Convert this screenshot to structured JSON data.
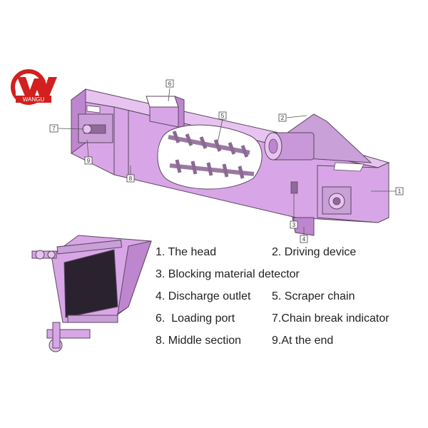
{
  "logo": {
    "text": "WANGU",
    "colors": {
      "ring": "#d21f1f",
      "text": "#ffffff"
    }
  },
  "colors": {
    "body": "#d8a6e6",
    "body_dark": "#bf86d0",
    "body_light": "#e7c3f0",
    "outline": "#5a4560",
    "opening": "#ffffff",
    "chain": "#9a7aa3",
    "inner_dark": "#2b2230"
  },
  "callouts": [
    "6",
    "5",
    "2",
    "7",
    "9",
    "8",
    "1",
    "3",
    "4"
  ],
  "legend": [
    {
      "id": "1",
      "text": "1. The head"
    },
    {
      "id": "2",
      "text": "2. Driving device"
    },
    {
      "id": "3",
      "text": "3. Blocking material detector"
    },
    {
      "id": "4",
      "text": "4. Discharge outlet"
    },
    {
      "id": "5",
      "text": "5. Scraper chain"
    },
    {
      "id": "6",
      "text": "6.  Loading port"
    },
    {
      "id": "7",
      "text": "7.Chain break indicator"
    },
    {
      "id": "8",
      "text": "8. Middle section"
    },
    {
      "id": "9",
      "text": "9.At the end"
    }
  ]
}
